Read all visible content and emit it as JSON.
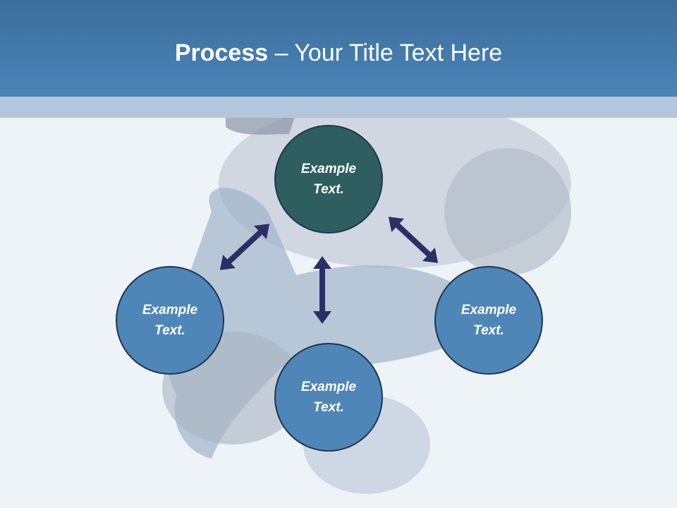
{
  "slide": {
    "title_bold": "Process",
    "title_rest": " – Your Title Text Here"
  },
  "nodes": {
    "top": {
      "label": "Example Text."
    },
    "left": {
      "label": "Example Text."
    },
    "right": {
      "label": "Example Text."
    },
    "bottom": {
      "label": "Example Text."
    }
  },
  "colors": {
    "header": "#4a84b8",
    "node_top": "#2e5e60",
    "node_blue": "#4f86b8",
    "arrow": "#2b2f66"
  },
  "icons": {
    "background": "dancer-photo",
    "connector": "double-headed-arrow"
  }
}
